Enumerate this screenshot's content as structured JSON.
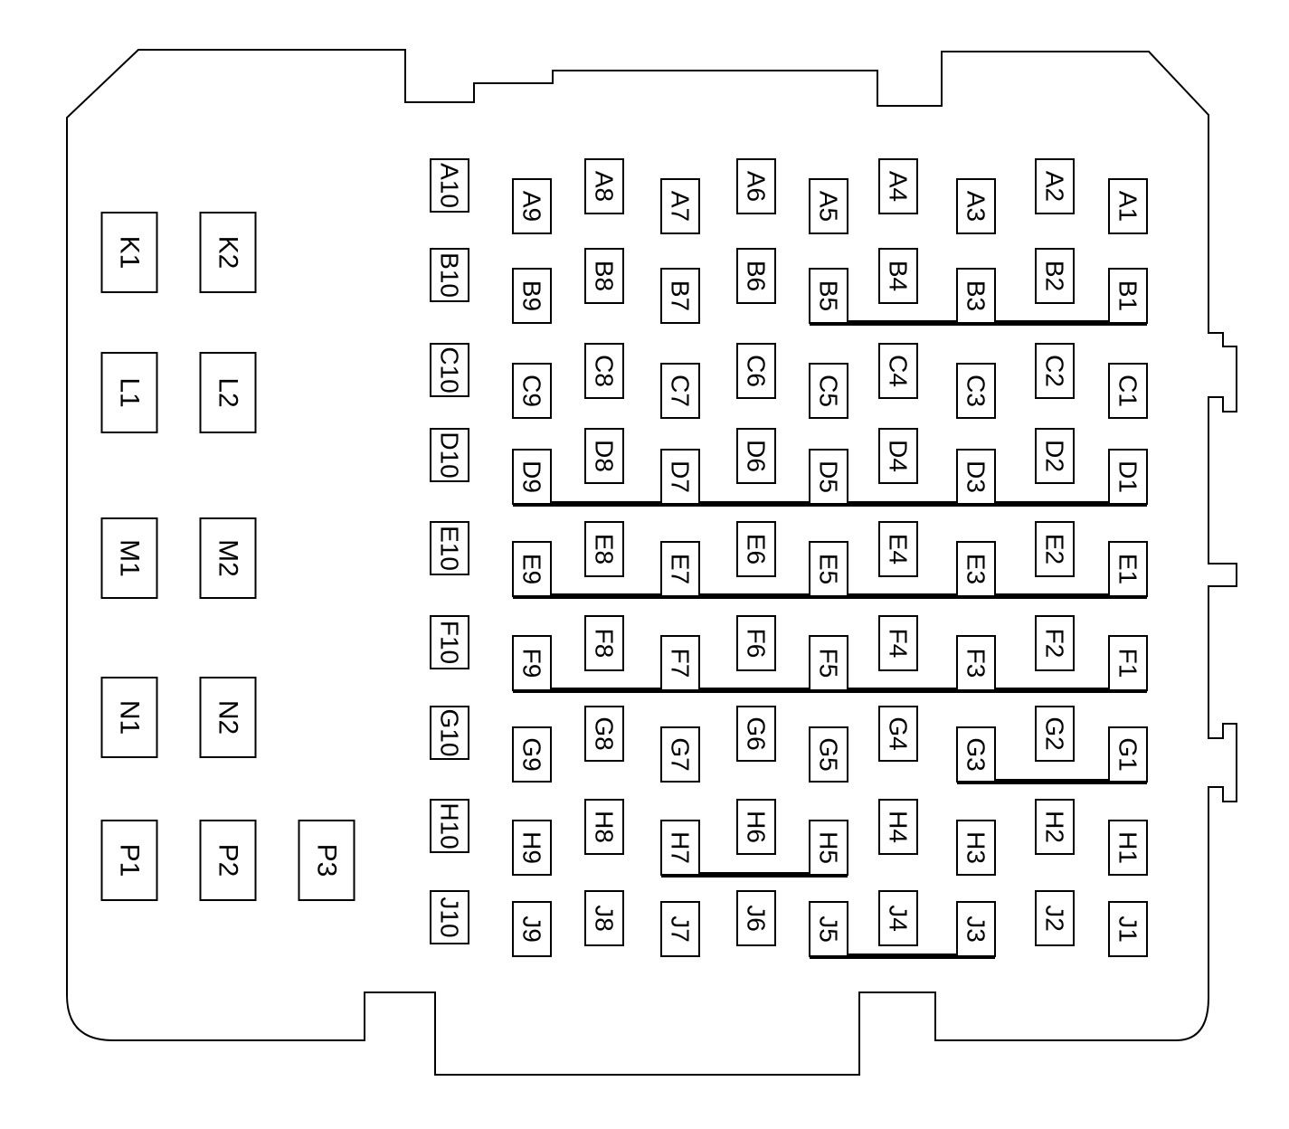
{
  "connector": {
    "rows": [
      {
        "pins": [
          "A1",
          "A2",
          "A3",
          "A4",
          "A5",
          "A6",
          "A7",
          "A8",
          "A9",
          "A10"
        ]
      },
      {
        "pins": [
          "B1",
          "B2",
          "B3",
          "B4",
          "B5",
          "B6",
          "B7",
          "B8",
          "B9",
          "B10"
        ]
      },
      {
        "pins": [
          "C1",
          "C2",
          "C3",
          "C4",
          "C5",
          "C6",
          "C7",
          "C8",
          "C9",
          "C10"
        ]
      },
      {
        "pins": [
          "D1",
          "D2",
          "D3",
          "D4",
          "D5",
          "D6",
          "D7",
          "D8",
          "D9",
          "D10"
        ]
      },
      {
        "pins": [
          "E1",
          "E2",
          "E3",
          "E4",
          "E5",
          "E6",
          "E7",
          "E8",
          "E9",
          "E10"
        ]
      },
      {
        "pins": [
          "F1",
          "F2",
          "F3",
          "F4",
          "F5",
          "F6",
          "F7",
          "F8",
          "F9",
          "F10"
        ]
      },
      {
        "pins": [
          "G1",
          "G2",
          "G3",
          "G4",
          "G5",
          "G6",
          "G7",
          "G8",
          "G9",
          "G10"
        ]
      },
      {
        "pins": [
          "H1",
          "H2",
          "H3",
          "H4",
          "H5",
          "H6",
          "H7",
          "H8",
          "H9",
          "H10"
        ]
      },
      {
        "pins": [
          "J1",
          "J2",
          "J3",
          "J4",
          "J5",
          "J6",
          "J7",
          "J8",
          "J9",
          "J10"
        ]
      }
    ],
    "large_cavities": [
      "K1",
      "K2",
      "L1",
      "L2",
      "M1",
      "M2",
      "N1",
      "N2",
      "P1",
      "P2",
      "P3"
    ],
    "bussed_groups": [
      {
        "row": "B",
        "from": "B5",
        "to": "B1"
      },
      {
        "row": "D",
        "from": "D9",
        "to": "D1"
      },
      {
        "row": "E",
        "from": "E9",
        "to": "E1"
      },
      {
        "row": "F",
        "from": "F9",
        "to": "F1"
      },
      {
        "row": "G",
        "from": "G3",
        "to": "G1"
      },
      {
        "row": "H",
        "from": "H7",
        "to": "H5"
      },
      {
        "row": "J",
        "from": "J5",
        "to": "J3"
      }
    ]
  }
}
